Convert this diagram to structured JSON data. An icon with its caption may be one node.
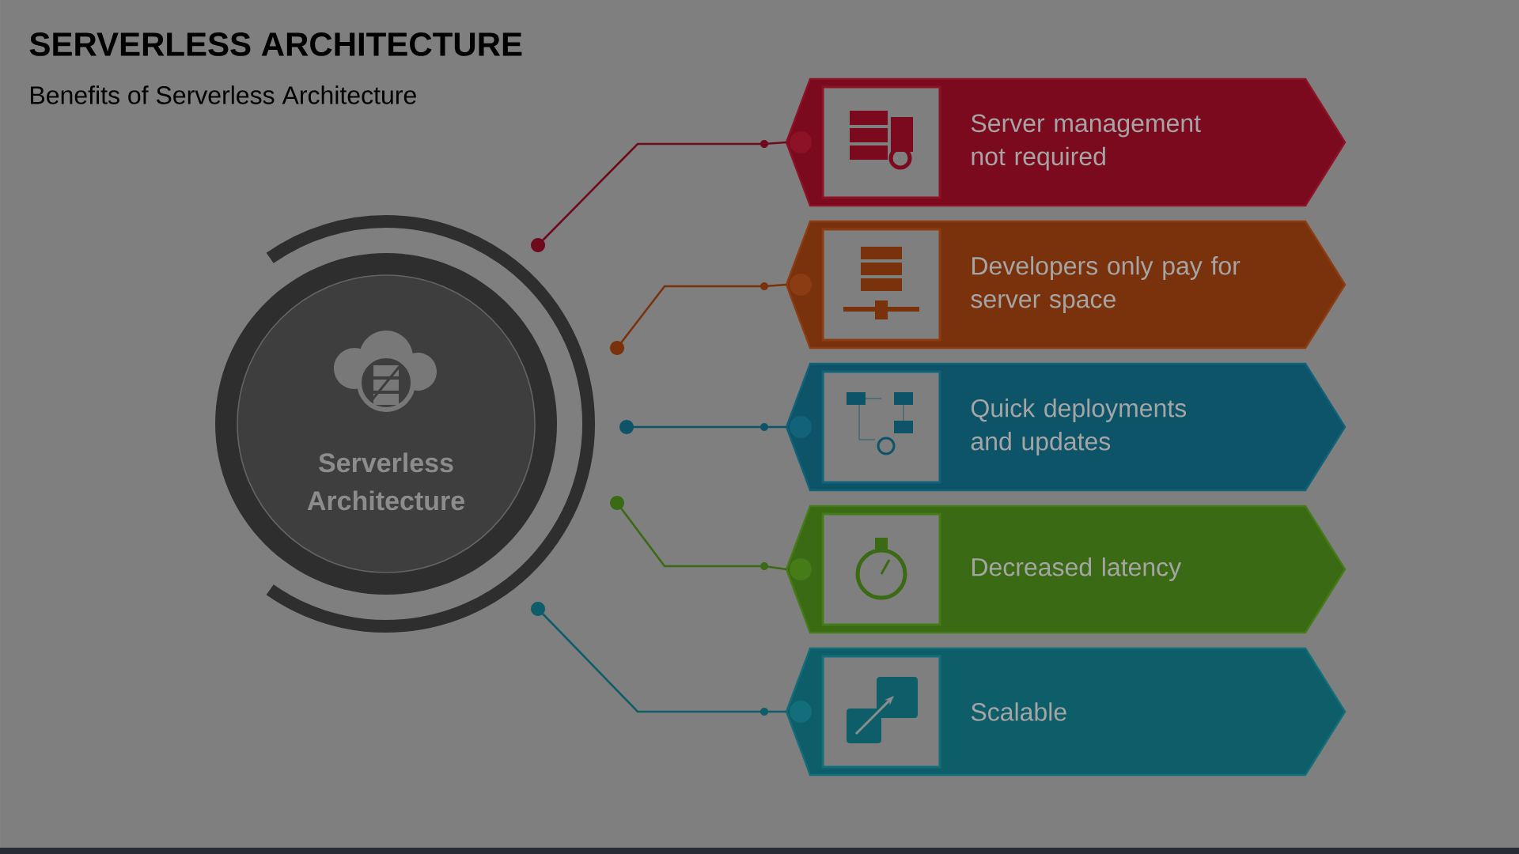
{
  "diagram": {
    "title": "SERVERLESS ARCHITECTURE",
    "caption": "Benefits of Serverless Architecture",
    "nodes": [
      {
        "text": [
          "Serverless Architecture"
        ]
      },
      {
        "text": [
          "Server management not required"
        ]
      },
      {
        "text": [
          "Developers only pay for server space"
        ]
      },
      {
        "text": [
          "Quick deployments and updates"
        ]
      },
      {
        "text": [
          "Decreased latency"
        ]
      },
      {
        "text": [
          "Scalable"
        ]
      }
    ],
    "edges": [
      {
        "from": 0,
        "to": 1,
        "arrow": "other",
        "color": "#6e0a1c"
      },
      {
        "from": 0,
        "to": 2,
        "arrow": "other",
        "color": "#7a320d"
      },
      {
        "from": 0,
        "to": 3,
        "arrow": "other",
        "color": "#0d5468"
      },
      {
        "from": 0,
        "to": 4,
        "arrow": "other",
        "color": "#3b6a14"
      },
      {
        "from": 0,
        "to": 5,
        "arrow": "other",
        "color": "#0d5e68"
      }
    ]
  }
}
